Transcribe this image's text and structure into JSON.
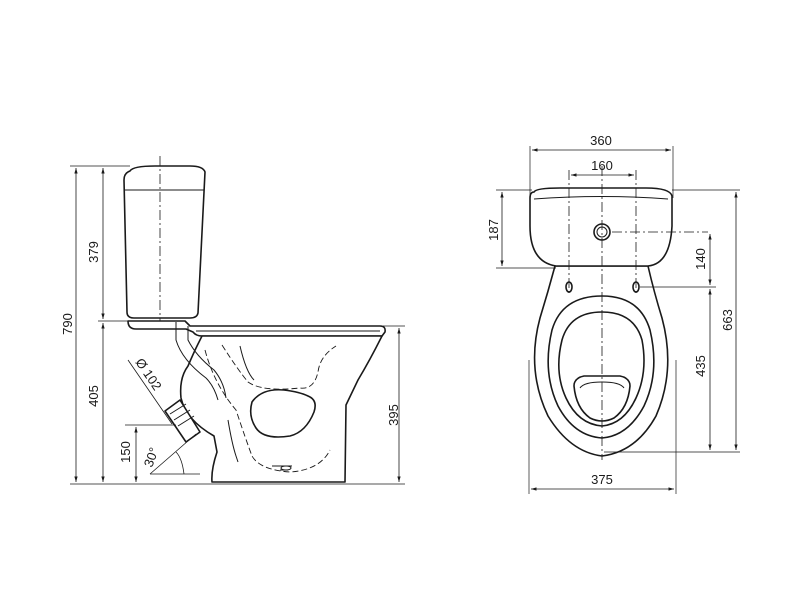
{
  "side_view": {
    "height_total": "790",
    "height_tank": "379",
    "height_seat": "405",
    "height_bowl_rim": "395",
    "outlet_height": "150",
    "outlet_diameter": "Ø 102",
    "outlet_angle": "30°"
  },
  "top_view": {
    "width_tank": "360",
    "mount_spacing": "160",
    "tank_depth": "187",
    "tank_to_holes": "140",
    "bowl_length": "435",
    "overall_depth": "663",
    "width_bowl": "375"
  }
}
